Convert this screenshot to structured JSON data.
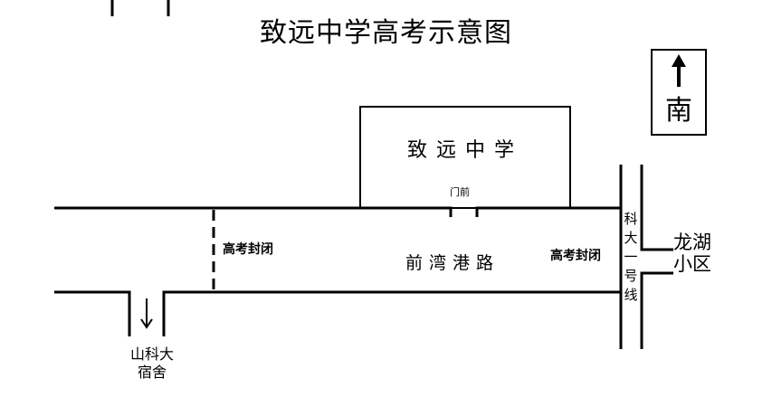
{
  "title": "致远中学高考示意图",
  "school": {
    "name": "致远中学",
    "gate_label": "门前"
  },
  "road": {
    "name": "前湾港路"
  },
  "closures": {
    "left": "高考封闭",
    "right": "高考封闭"
  },
  "cross_street": {
    "name_chars": [
      "科",
      "大",
      "一",
      "号",
      "线"
    ]
  },
  "community": {
    "lines": [
      "龙湖",
      "小区"
    ]
  },
  "dorm": {
    "lines": [
      "山科大",
      "宿舍"
    ]
  },
  "compass": {
    "label": "南",
    "arrow": "up-arrow-icon"
  }
}
